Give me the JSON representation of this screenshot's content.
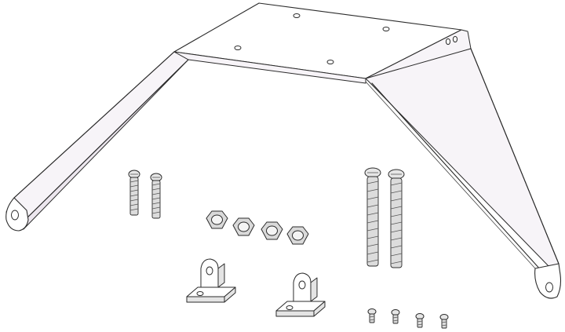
{
  "figure": {
    "parts": [
      {
        "kind": "bracket",
        "name": "mounting-bracket"
      },
      {
        "kind": "screw",
        "name": "short-screw",
        "quantity": 2
      },
      {
        "kind": "hex-nut",
        "name": "hex-nut",
        "quantity": 4
      },
      {
        "kind": "screw",
        "name": "long-screw",
        "quantity": 2
      },
      {
        "kind": "angle-clip",
        "name": "l-bracket",
        "quantity": 2
      },
      {
        "kind": "screw",
        "name": "small-screw",
        "quantity": 4
      }
    ]
  }
}
